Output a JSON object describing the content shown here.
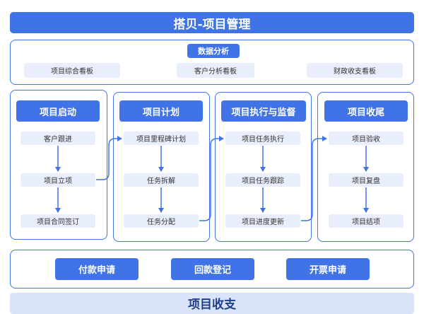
{
  "title": "搭贝-项目管理",
  "analysis": {
    "header": "数据分析",
    "boards": [
      "项目综合看板",
      "客户分析看板",
      "财政收支看板"
    ]
  },
  "stages": [
    {
      "title": "项目启动",
      "steps": [
        "客户跟进",
        "项目立项",
        "项目合同签订"
      ]
    },
    {
      "title": "项目计划",
      "steps": [
        "项目里程碑计划",
        "任务拆解",
        "任务分配"
      ]
    },
    {
      "title": "项目执行与监督",
      "steps": [
        "项目任务执行",
        "项目任务跟踪",
        "项目进度更新"
      ]
    },
    {
      "title": "项目收尾",
      "steps": [
        "项目验收",
        "项目复盘",
        "项目结项"
      ]
    }
  ],
  "finance_actions": [
    "付款申请",
    "回款登记",
    "开票申请"
  ],
  "footer_title": "项目收支",
  "colors": {
    "accent": "#3f73e6",
    "light": "#e8eefb"
  }
}
